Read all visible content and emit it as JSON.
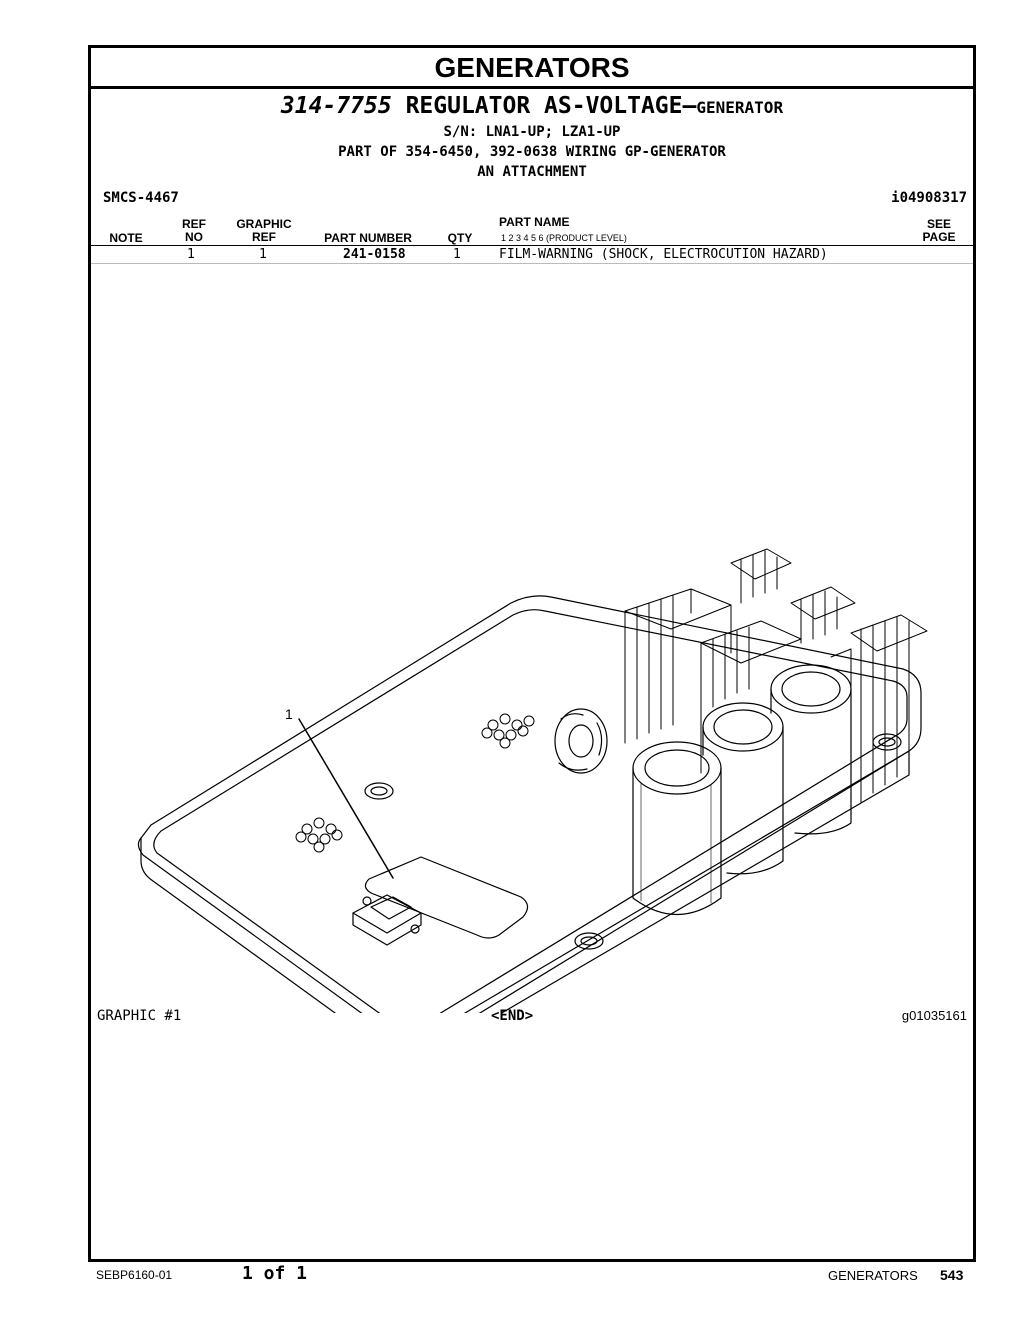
{
  "section": "GENERATORS",
  "title": {
    "part_number": "314-7755",
    "name": "REGULATOR AS-VOLTAGE",
    "sub": "GENERATOR"
  },
  "serial": "S/N: LNA1-UP; LZA1-UP",
  "part_of": "PART OF 354-6450, 392-0638 WIRING GP-GENERATOR",
  "attachment": "AN ATTACHMENT",
  "smcs": "SMCS-4467",
  "illustration_id": "i04908317",
  "table": {
    "headers": {
      "note": "NOTE",
      "ref_no_1": "REF",
      "ref_no_2": "NO",
      "graphic_ref_1": "GRAPHIC",
      "graphic_ref_2": "REF",
      "part_number": "PART NUMBER",
      "qty": "QTY",
      "part_name": "PART NAME",
      "product_level": "1    2    3    4    5    6   (PRODUCT LEVEL)",
      "see_page_1": "SEE",
      "see_page_2": "PAGE"
    },
    "rows": [
      {
        "note": "",
        "ref_no": "1",
        "graphic_ref": "1",
        "part_number": "241-0158",
        "qty": "1",
        "part_name": "FILM-WARNING (SHOCK, ELECTROCUTION HAZARD)",
        "see_page": ""
      }
    ]
  },
  "graphic": {
    "callout": "1",
    "caption": "GRAPHIC #1",
    "end_marker": "<END>",
    "graphic_id": "g01035161"
  },
  "footer": {
    "doc_number": "SEBP6160-01",
    "page_of": "1 of 1",
    "section": "GENERATORS",
    "page_number": "543"
  }
}
